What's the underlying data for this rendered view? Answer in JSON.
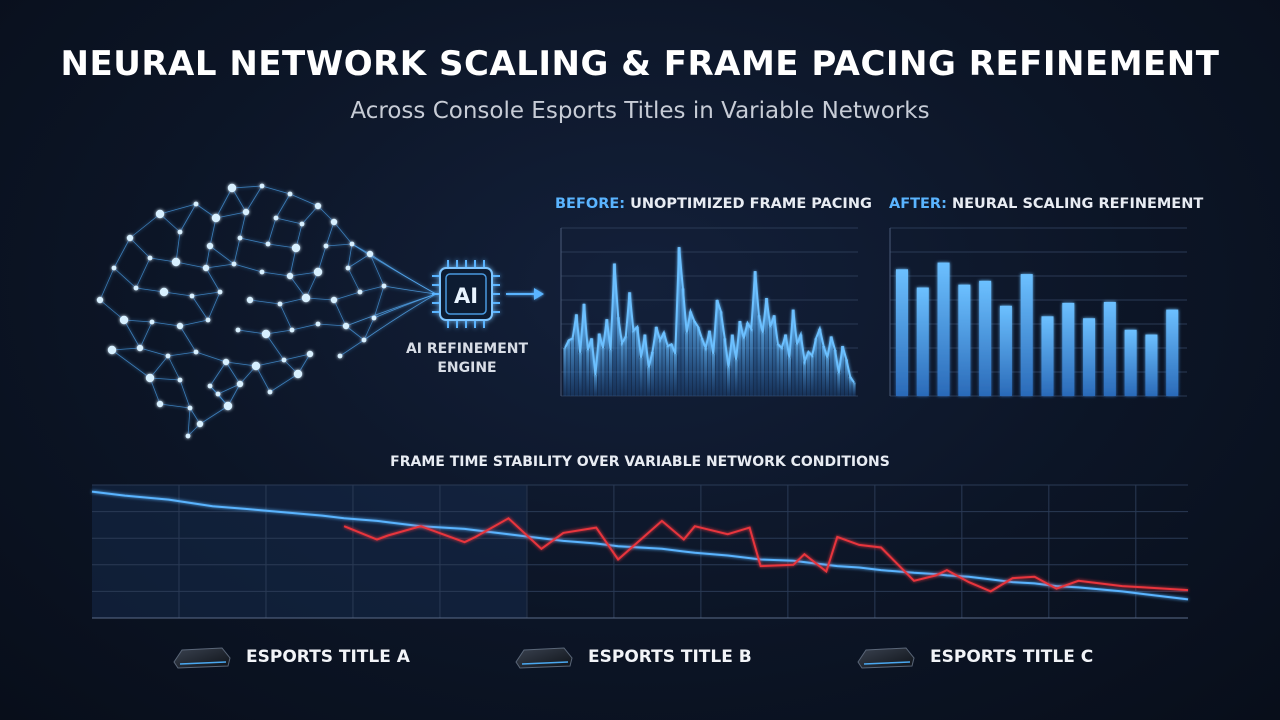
{
  "header": {
    "title": "NEURAL NETWORK SCALING & FRAME PACING REFINEMENT",
    "subtitle": "Across Console Esports Titles in Variable Networks"
  },
  "engine": {
    "chip_label": "AI",
    "label_line1": "AI REFINEMENT",
    "label_line2": "ENGINE",
    "chip_icon": "ai-chip-icon",
    "brain_icon": "neural-network-brain-icon"
  },
  "colors": {
    "background": "#0c1526",
    "accent_blue": "#5ab4ff",
    "bar_blue": "#4aa8f0",
    "line_red": "#e8343c",
    "grid": "#2a3a55"
  },
  "chart_data": [
    {
      "type": "area",
      "title_prefix": "BEFORE:",
      "title_rest": "UNOPTIMIZED FRAME PACING",
      "values": [
        50,
        58,
        60,
        85,
        45,
        96,
        48,
        60,
        22,
        65,
        50,
        80,
        48,
        138,
        82,
        55,
        62,
        108,
        68,
        72,
        40,
        64,
        30,
        46,
        72,
        58,
        66,
        52,
        54,
        44,
        155,
        112,
        66,
        88,
        78,
        72,
        60,
        50,
        68,
        44,
        100,
        88,
        60,
        30,
        64,
        38,
        78,
        60,
        76,
        70,
        130,
        84,
        66,
        102,
        72,
        84,
        54,
        50,
        64,
        40,
        90,
        54,
        64,
        36,
        46,
        42,
        60,
        70,
        52,
        40,
        62,
        48,
        24,
        52,
        38,
        20,
        14
      ],
      "ylim": [
        0,
        175
      ],
      "grid": true
    },
    {
      "type": "bar",
      "title_prefix": "AFTER:",
      "title_rest": "NEURAL SCALING REFINEMENT",
      "values": [
        132,
        113,
        139,
        116,
        120,
        94,
        127,
        83,
        97,
        81,
        98,
        69,
        64,
        90
      ],
      "ylim": [
        0,
        175
      ],
      "grid": true
    },
    {
      "type": "line",
      "title": "FRAME TIME STABILITY OVER VARIABLE NETWORK CONDITIONS",
      "x": [
        0,
        3,
        7,
        11,
        14,
        21,
        23,
        26,
        27,
        30,
        34,
        35,
        38,
        41,
        43,
        46,
        48,
        52,
        54,
        55,
        58,
        60,
        61,
        64,
        65,
        67,
        68,
        70,
        72,
        75,
        77,
        78,
        80,
        82,
        84,
        86,
        88,
        90,
        94,
        96,
        98,
        100
      ],
      "series": [
        {
          "color": "#5ab4ff",
          "values": [
            95,
            92,
            89,
            84,
            82,
            77,
            75,
            73,
            72,
            69,
            67,
            66,
            63,
            60,
            58,
            56,
            54,
            52,
            50,
            49,
            47,
            45,
            44,
            43,
            42,
            40,
            39,
            38,
            36,
            34,
            33,
            32,
            31,
            29,
            27,
            26,
            24,
            23,
            20,
            18,
            16,
            14
          ]
        },
        {
          "color": "#e8343c",
          "values": [
            null,
            null,
            null,
            null,
            null,
            null,
            69,
            59,
            62,
            69,
            57,
            61,
            75,
            52,
            64,
            68,
            44,
            73,
            59,
            69,
            63,
            68,
            39,
            40,
            48,
            35,
            61,
            55,
            53,
            28,
            32,
            36,
            27,
            20,
            30,
            31,
            22,
            28,
            24,
            23,
            22,
            21
          ]
        }
      ],
      "ylim": [
        0,
        100
      ],
      "grid": true
    }
  ],
  "legend": {
    "items": [
      {
        "label": "ESPORTS TITLE A",
        "icon": "console-icon"
      },
      {
        "label": "ESPORTS TITLE B",
        "icon": "console-icon"
      },
      {
        "label": "ESPORTS TITLE C",
        "icon": "console-icon"
      }
    ]
  }
}
